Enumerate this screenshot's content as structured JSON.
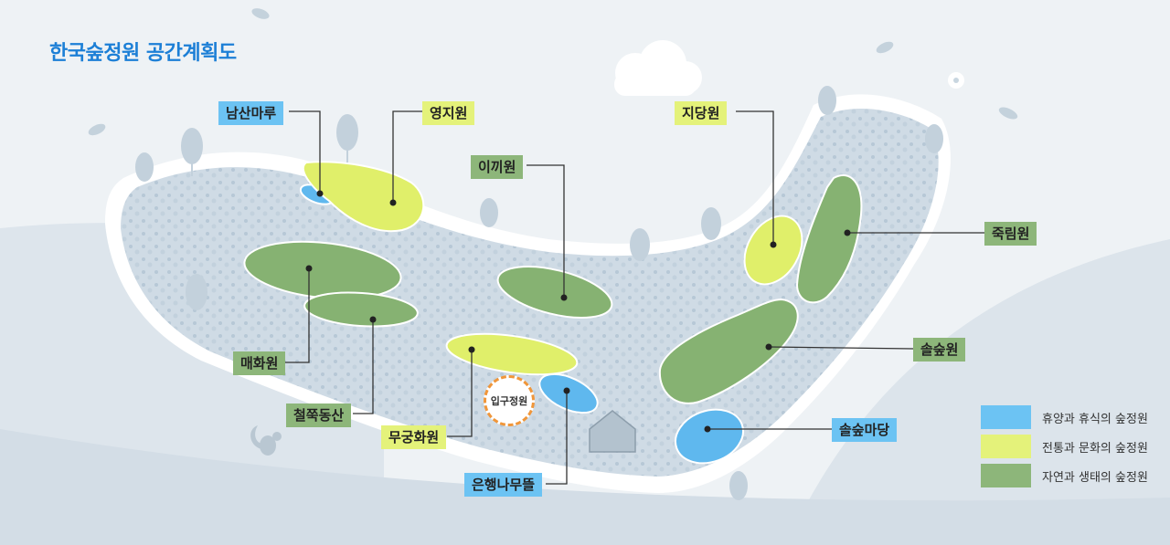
{
  "title": "한국숲정원 공간계획도",
  "labels": {
    "namsan": "남산마루",
    "yeongji": "영지원",
    "ikki": "이끼원",
    "jidang": "지당원",
    "jukrim": "죽림원",
    "maehwa": "매화원",
    "cheoljjuk": "철쭉동산",
    "solsup": "솔숲원",
    "mugunghwa": "무궁화원",
    "entrance": "입구정원",
    "eunhaeng": "은행나무뜰",
    "solsupmadang": "솔숲마당"
  },
  "legend": [
    {
      "label": "휴양과 휴식의 숲정원",
      "color": "#6cc3f3"
    },
    {
      "label": "전통과 문화의 숲정원",
      "color": "#e4f27a"
    },
    {
      "label": "자연과 생태의 숲정원",
      "color": "#8db67a"
    }
  ]
}
